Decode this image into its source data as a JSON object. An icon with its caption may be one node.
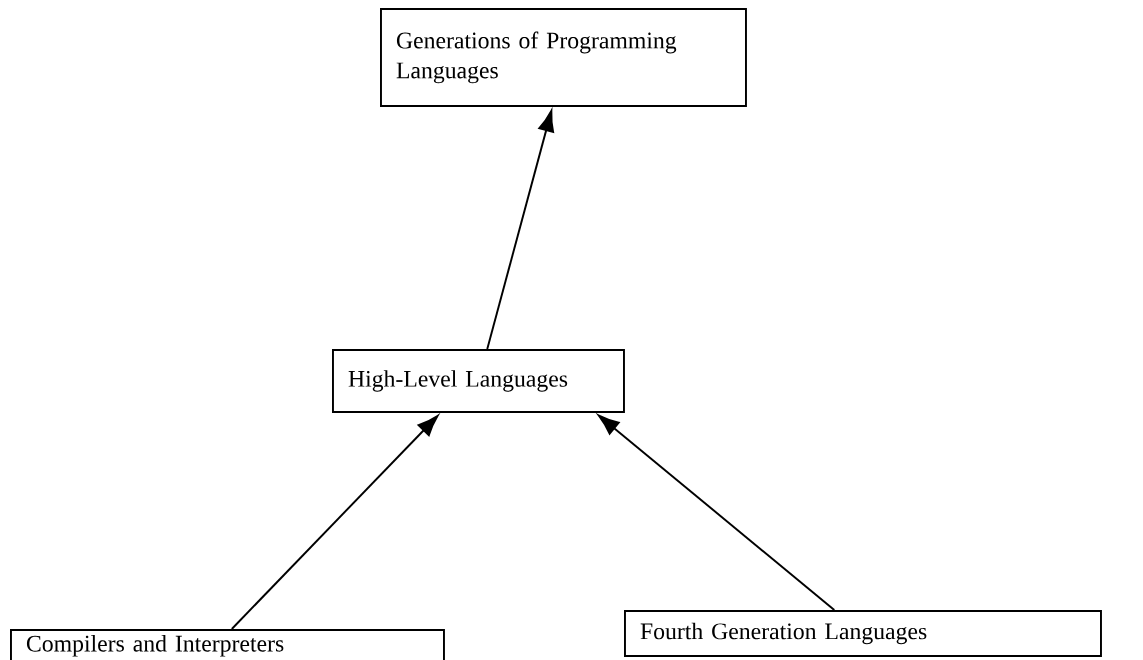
{
  "diagram": {
    "nodes": [
      {
        "text": [
          "Generations of Programming Languages"
        ]
      },
      {
        "text": [
          "High-Level Languages"
        ]
      },
      {
        "text": [
          "Compilers and Interpreters"
        ]
      },
      {
        "text": [
          "Fourth Generation Languages"
        ]
      }
    ],
    "edges": [
      {
        "from": 1,
        "to": 0,
        "arrow": "to"
      },
      {
        "from": 2,
        "to": 1,
        "arrow": "to"
      },
      {
        "from": 3,
        "to": 1,
        "arrow": "to"
      }
    ]
  }
}
